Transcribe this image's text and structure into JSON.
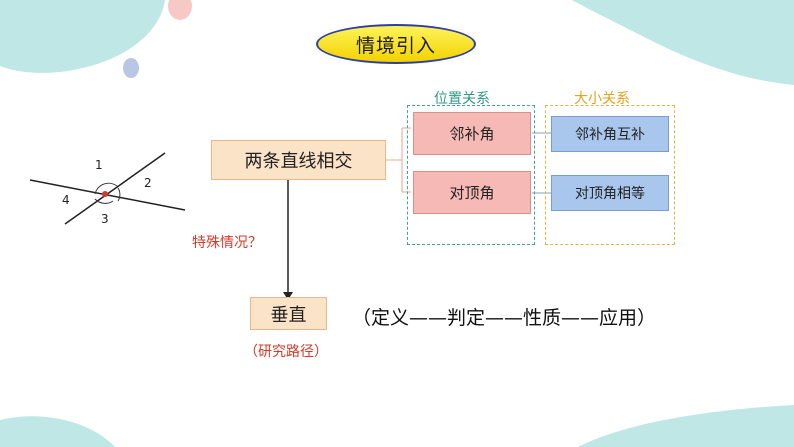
{
  "title": "情境引入",
  "figure": {
    "labels": [
      "1",
      "2",
      "3",
      "4"
    ]
  },
  "main_box": "两条直线相交",
  "position_relation": {
    "header": "位置关系",
    "items": [
      "邻补角",
      "对顶角"
    ]
  },
  "size_relation": {
    "header": "大小关系",
    "items": [
      "邻补角互补",
      "对顶角相等"
    ]
  },
  "special_case": "特殊情况？",
  "vertical_box": "垂直",
  "research_path": "（研究路径）",
  "path_text": "（定义——判定——性质——应用）",
  "colors": {
    "accent_teal": "#bfe7e6",
    "red_text": "#d23a2a",
    "orange_header": "#e3a21a",
    "green_header": "#2e9a82"
  }
}
